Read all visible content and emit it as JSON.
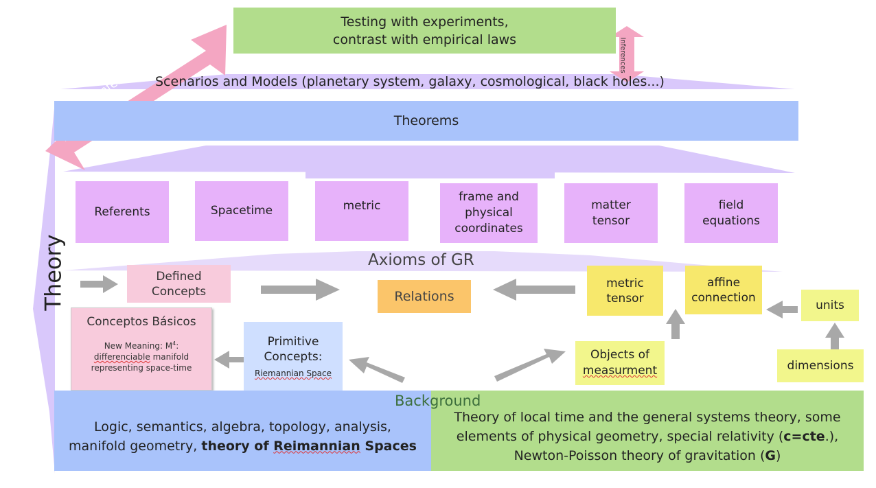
{
  "top_box": {
    "line1": "Testing with experiments,",
    "line2": "contrast with empirical laws"
  },
  "scenarios": "Scenarios and Models (planetary system, galaxy, cosmological, black holes...)",
  "theorems": "Theorems",
  "theory_label": "Theory",
  "inferences_diag": "Inferences",
  "inferences_vert": "Inferences",
  "axioms": {
    "title": "Axioms of GR",
    "items": [
      {
        "l1": "Referents"
      },
      {
        "l1": "Spacetime"
      },
      {
        "l1": "metric"
      },
      {
        "l1": "frame and",
        "l2": "physical",
        "l3": "coordinates"
      },
      {
        "l1": "matter",
        "l2": "tensor"
      },
      {
        "l1": "field",
        "l2": "equations"
      }
    ]
  },
  "defined_concepts": {
    "l1": "Defined",
    "l2": "Concepts"
  },
  "relations": "Relations",
  "metric_tensor": {
    "l1": "metric",
    "l2": "tensor"
  },
  "affine_connection": {
    "l1": "affine",
    "l2": "connection"
  },
  "units": "units",
  "conceptos_basicos": {
    "title": "Conceptos Básicos",
    "d1": "New Meaning: M",
    "d1_sup": "4",
    "d1_end": ":",
    "d2": "differenciable",
    "d2_end": " manifold",
    "d3": "representing space-time"
  },
  "primitive_concepts": {
    "l1": "Primitive",
    "l2": "Concepts:",
    "sub": "Riemannian Space"
  },
  "objects_measurement": {
    "l1": "Objects of",
    "l2": "measurment"
  },
  "dimensions": "dimensions",
  "background": {
    "title": "Background",
    "left": {
      "l1": "Logic, semantics, algebra, topology, analysis,",
      "l2a": "manifold geometry, ",
      "l2b": "theory of ",
      "l2c": "Reimannian",
      "l2d": " Spaces"
    },
    "right": {
      "l1": "Theory of local time and the general systems theory, some",
      "l2a": "elements of physical geometry, special relativity (",
      "l2b": "c=cte",
      "l2c": ".),",
      "l3a": "Newton-Poisson theory of gravitation (",
      "l3b": "G",
      "l3c": ")"
    }
  },
  "colors": {
    "green": "#b2dd8c",
    "blue": "#a9c3fb",
    "violet": "#e7b2fa",
    "lavender": "#d9c8fb",
    "pink_arrow": "#f4a6c2",
    "gray_arrow": "#a8a8a8",
    "yellow": "#f7e86c",
    "orange": "#fbc56a"
  }
}
